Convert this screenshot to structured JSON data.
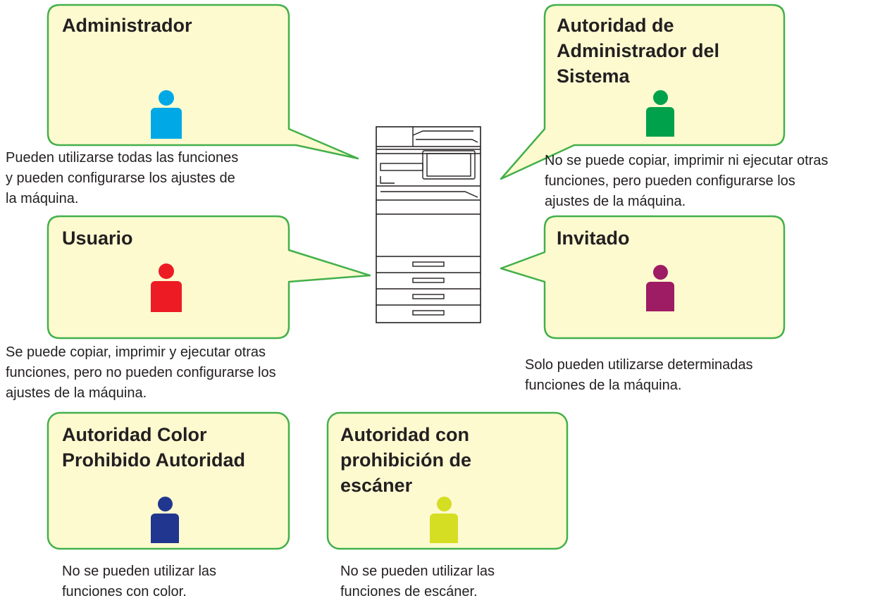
{
  "colors": {
    "bubble_fill": "#fdfad0",
    "bubble_stroke": "#43b04a",
    "text": "#231f20"
  },
  "roles": [
    {
      "id": "administrator",
      "title_lines": [
        "Administrador"
      ],
      "icon": "person-icon",
      "icon_color": "#00a9e6",
      "description_lines": [
        "Pueden utilizarse todas las funciones",
        "y pueden configurarse los ajustes de",
        "la máquina."
      ]
    },
    {
      "id": "system-administrator",
      "title_lines": [
        "Autoridad de",
        "Administrador del",
        "Sistema"
      ],
      "icon": "person-icon",
      "icon_color": "#00a14b",
      "description_lines": [
        "No se puede copiar, imprimir ni ejecutar otras",
        "funciones, pero pueden configurarse los",
        "ajustes de la máquina."
      ]
    },
    {
      "id": "user",
      "title_lines": [
        "Usuario"
      ],
      "icon": "person-icon",
      "icon_color": "#ed1c24",
      "description_lines": [
        "Se puede copiar, imprimir y ejecutar otras",
        "funciones, pero no pueden configurarse los",
        "ajustes de la máquina."
      ]
    },
    {
      "id": "guest",
      "title_lines": [
        "Invitado"
      ],
      "icon": "person-icon",
      "icon_color": "#9e1c64",
      "description_lines": [
        "Solo pueden utilizarse determinadas",
        "funciones de la máquina."
      ]
    },
    {
      "id": "color-prohibited",
      "title_lines": [
        "Autoridad Color",
        "Prohibido Autoridad"
      ],
      "icon": "person-icon",
      "icon_color": "#21368e",
      "description_lines": [
        "No se pueden utilizar las",
        "funciones con color."
      ]
    },
    {
      "id": "scanner-prohibited",
      "title_lines": [
        "Autoridad con",
        "prohibición de",
        "escáner"
      ],
      "icon": "person-icon",
      "icon_color": "#d5de23",
      "description_lines": [
        "No se pueden utilizar las",
        "funciones de escáner."
      ]
    }
  ],
  "device": {
    "icon": "multifunction-printer-icon"
  }
}
